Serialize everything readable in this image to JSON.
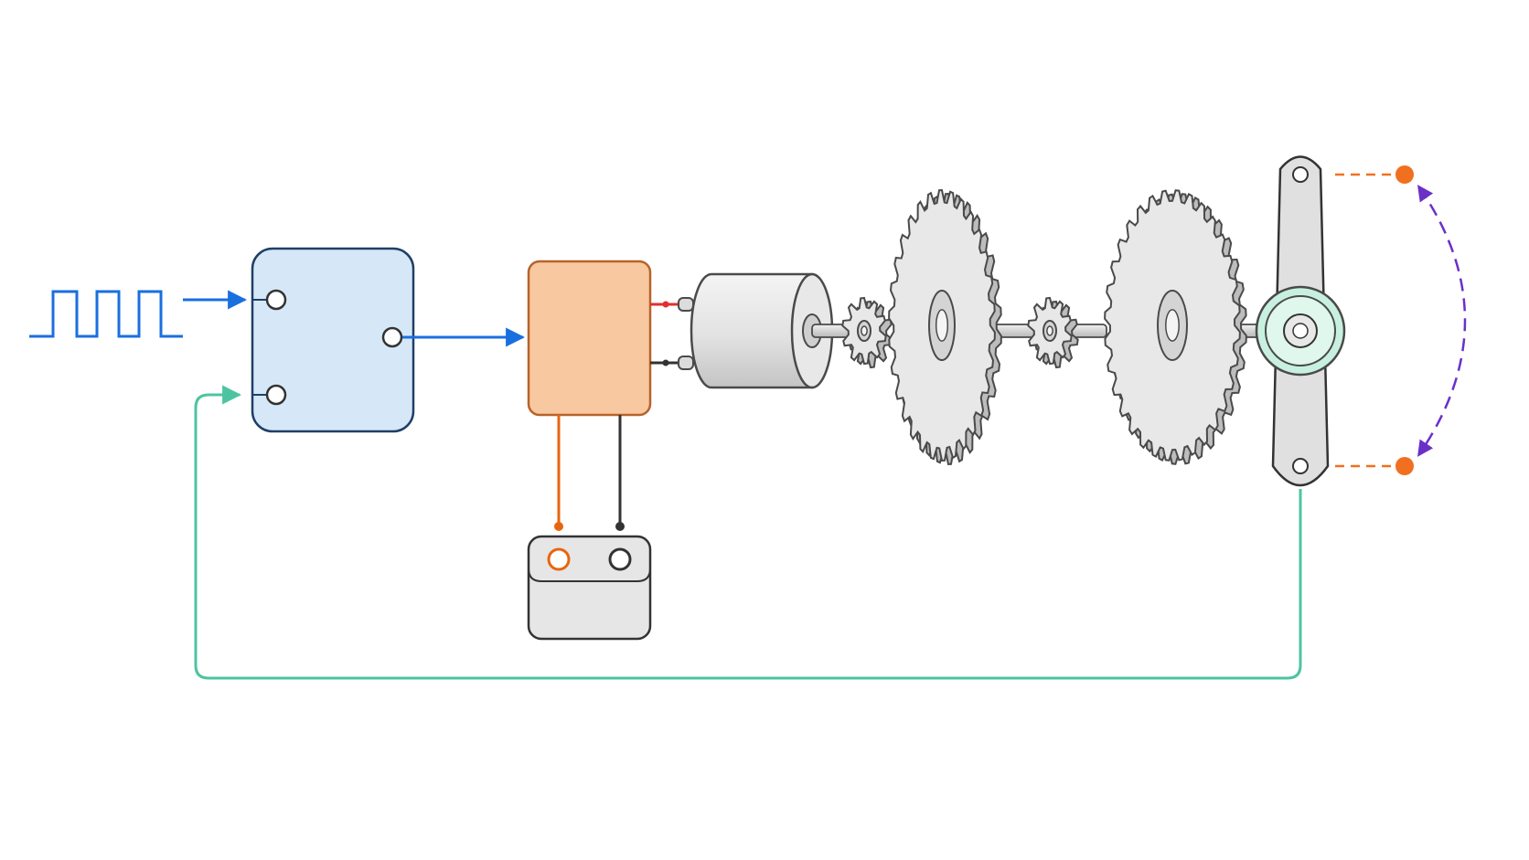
{
  "diagram": {
    "kind": "servo-control-block-diagram",
    "labels": [],
    "colors": {
      "background": "#ffffff",
      "pwm_signal": "#1a6fe0",
      "feedback": "#4cc4a0",
      "controller_fill": "#d6e8f8",
      "controller_stroke": "#1f3f66",
      "driver_fill": "#f8c8a0",
      "driver_stroke": "#b8622a",
      "positive_wire": "#e8650e",
      "negative_wire": "#333333",
      "motor_lead_positive": "#e23030",
      "metal_fill": "#e6e6e6",
      "metal_stroke": "#4a4a4a",
      "horn_hub": "#c8f0e0",
      "limit_marker": "#f07020",
      "swing_arc": "#6a30c8"
    },
    "components": [
      {
        "id": "pwm-input-signal",
        "icon": "square-wave-icon"
      },
      {
        "id": "controller-box",
        "ports": [
          "pwm-in",
          "feedback-in",
          "signal-out"
        ]
      },
      {
        "id": "motor-driver-box"
      },
      {
        "id": "battery",
        "terminals": [
          "positive",
          "negative"
        ]
      },
      {
        "id": "dc-motor"
      },
      {
        "id": "gear-train",
        "stages": 2
      },
      {
        "id": "output-horn"
      },
      {
        "id": "range-of-motion",
        "icon": "double-arrow-arc-icon"
      }
    ]
  }
}
